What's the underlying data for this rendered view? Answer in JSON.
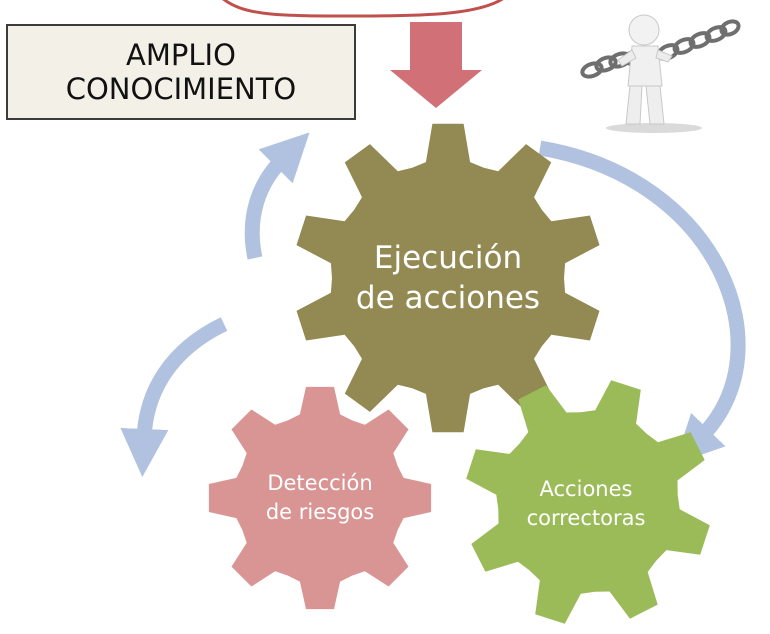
{
  "top_box": {
    "line1": "AMPLIO",
    "line2": "CONOCIMIENTO"
  },
  "gears": {
    "main": {
      "line1": "Ejecución",
      "line2": "de acciones",
      "color": "#938953"
    },
    "left": {
      "line1": "Detección",
      "line2": "de riesgos",
      "color": "#d99594"
    },
    "right": {
      "line1": "Acciones",
      "line2": "correctoras",
      "color": "#9bbb59"
    }
  },
  "colors": {
    "down_arrow": "#d17076",
    "top_shape": "#c0504d",
    "cycle_arrows": "#b0c2df",
    "box_fill": "#f3f1e7"
  },
  "illustration": {
    "icon": "figure-breaking-chain-icon"
  }
}
